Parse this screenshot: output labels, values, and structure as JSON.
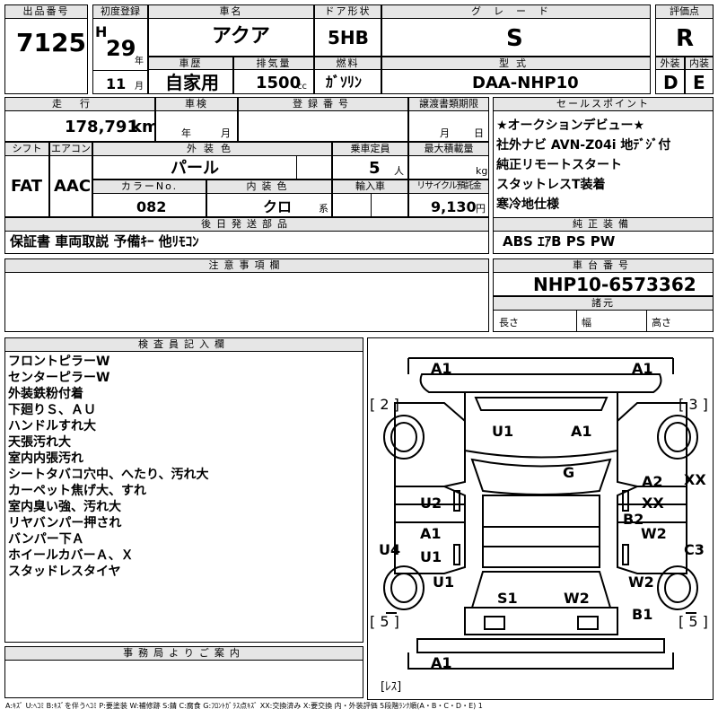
{
  "hdr": {
    "lot_no": "出品番号",
    "first_reg": "初度登録",
    "car_name": "車名",
    "door": "ドア形状",
    "grade": "グレード",
    "score": "評価点",
    "history": "車歴",
    "displacement": "排気量",
    "fuel": "燃料",
    "model_code": "型式",
    "exterior": "外装",
    "interior": "内装",
    "mileage": "走行",
    "inspection": "車検",
    "reg_no": "登録番号",
    "transfer": "譲渡書類期限",
    "sales_point": "セールスポイント",
    "shift": "シフト",
    "aircon": "エアコン",
    "ext_color": "外装色",
    "capacity": "乗車定員",
    "max_load": "最大積載量",
    "color_no": "カラーNo.",
    "int_color": "内装色",
    "import": "輸入車",
    "recycle": "リサイクル預託金",
    "later_parts": "後日発送部品",
    "genuine": "純正装備",
    "notes": "注意事項欄",
    "chassis": "車台番号",
    "specs": "諸元",
    "length": "長さ",
    "width": "幅",
    "height": "高さ",
    "inspector": "検査員記入欄",
    "office": "事務局よりご案内"
  },
  "car": {
    "lot": "7125",
    "era": "H",
    "year": "29",
    "nen": "年",
    "month": "11",
    "tsuki": "月",
    "name": "アクア",
    "door": "5HB",
    "grade": "S",
    "score": "R",
    "history": "自家用",
    "cc": "1500",
    "cc_unit": "cc",
    "fuel": "ｶﾞｿﾘﾝ",
    "model": "DAA-NHP10",
    "ext_score": "D",
    "int_score": "E",
    "km": "178,791",
    "km_unit": "km",
    "insp_y": "年",
    "insp_m": "月",
    "trans_m": "月",
    "trans_d": "日",
    "shift": "FAT",
    "ac": "AAC",
    "color": "パール",
    "cap": "5",
    "cap_unit": "人",
    "kg": "kg",
    "color_no": "082",
    "int_color": "クロ",
    "kei": "系",
    "recycle": "9,130",
    "yen": "円",
    "chassis": "NHP10-6573362"
  },
  "later_parts": "保証書 車両取説 予備ｷｰ 他ﾘﾓｺﾝ",
  "genuine": "ABS ｴｱB PS PW",
  "sales_points": [
    "★オークションデビュー★",
    "社外ナビ AVN-Z04i 地ﾃﾞｼﾞ付",
    "純正リモートスタート",
    "スタットレスT装着",
    "寒冷地仕様"
  ],
  "inspector_notes": [
    "フロントピラーW",
    "センターピラーW",
    "外装鉄粉付着",
    "下廻りＳ、ＡＵ",
    "ハンドルすれ大",
    "天張汚れ大",
    "室内内張汚れ",
    "シートタバコ穴中、へたり、汚れ大",
    "カーペット焦げ大、すれ",
    "室内臭い強、汚れ大",
    "リヤバンパー押され",
    "バンパー下Ａ",
    "ホイールカバーＡ、Ｘ",
    "スタッドレスタイヤ"
  ],
  "diagram": {
    "a1_fl": "A1",
    "a1_fr": "A1",
    "b2": "[ 2 ]",
    "b3": "[ 3 ]",
    "u1_hood": "U1",
    "a1_hood": "A1",
    "g": "G",
    "u2": "U2",
    "a2": "A2",
    "xx_door": "XX",
    "xx_edge": "XX",
    "b2_pillar": "B2",
    "a1_door": "A1",
    "u1_door": "U1",
    "w2_door": "W2",
    "u4": "U4",
    "c3": "C3",
    "u1_rq": "U1",
    "w2_rq": "W2",
    "s1": "S1",
    "w2_roof": "W2",
    "b5l": "[ 5 ]",
    "b5r": "[ 5 ]",
    "b1": "B1",
    "a1_rear": "A1",
    "less": "[ﾚｽ]"
  },
  "legend": "A:ｷｽﾞ U:ﾍｺﾐ B:ｷｽﾞを伴うﾍｺﾐ P:要塗装 W:補修跡 S:錆 C:腐食 G:ﾌﾛﾝﾄｶﾞﾗｽ点ｷｽﾞ XX:交換済み X:要交換 内・外装評価 5段階ﾗﾝｸ順(A・B・C・D・E) 1"
}
